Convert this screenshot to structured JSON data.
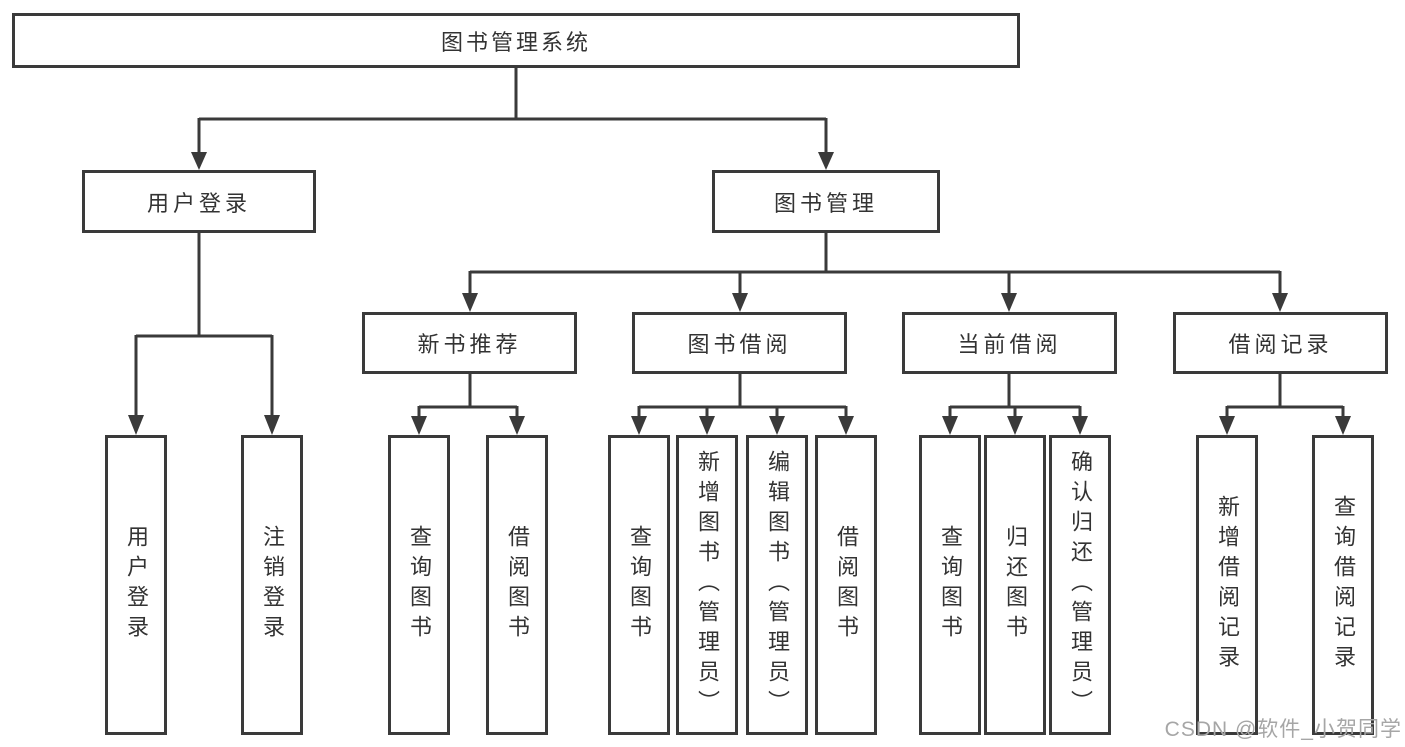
{
  "colors": {
    "line": "#3a3a3a",
    "text": "#333333",
    "background": "#ffffff",
    "watermark": "#a6a6a6"
  },
  "watermark": {
    "text": "CSDN @软件_小贺同学"
  },
  "tree": {
    "label": "图书管理系统",
    "children": [
      {
        "label": "用户登录",
        "children": [
          {
            "label": "用户登录"
          },
          {
            "label": "注销登录"
          }
        ]
      },
      {
        "label": "图书管理",
        "children": [
          {
            "label": "新书推荐",
            "children": [
              {
                "label": "查询图书"
              },
              {
                "label": "借阅图书"
              }
            ]
          },
          {
            "label": "图书借阅",
            "children": [
              {
                "label": "查询图书"
              },
              {
                "label": "新增图书（管理员）"
              },
              {
                "label": "编辑图书（管理员）"
              },
              {
                "label": "借阅图书"
              }
            ]
          },
          {
            "label": "当前借阅",
            "children": [
              {
                "label": "查询图书"
              },
              {
                "label": "归还图书"
              },
              {
                "label": "确认归还（管理员）"
              }
            ]
          },
          {
            "label": "借阅记录",
            "children": [
              {
                "label": "新增借阅记录"
              },
              {
                "label": "查询借阅记录"
              }
            ]
          }
        ]
      }
    ]
  }
}
